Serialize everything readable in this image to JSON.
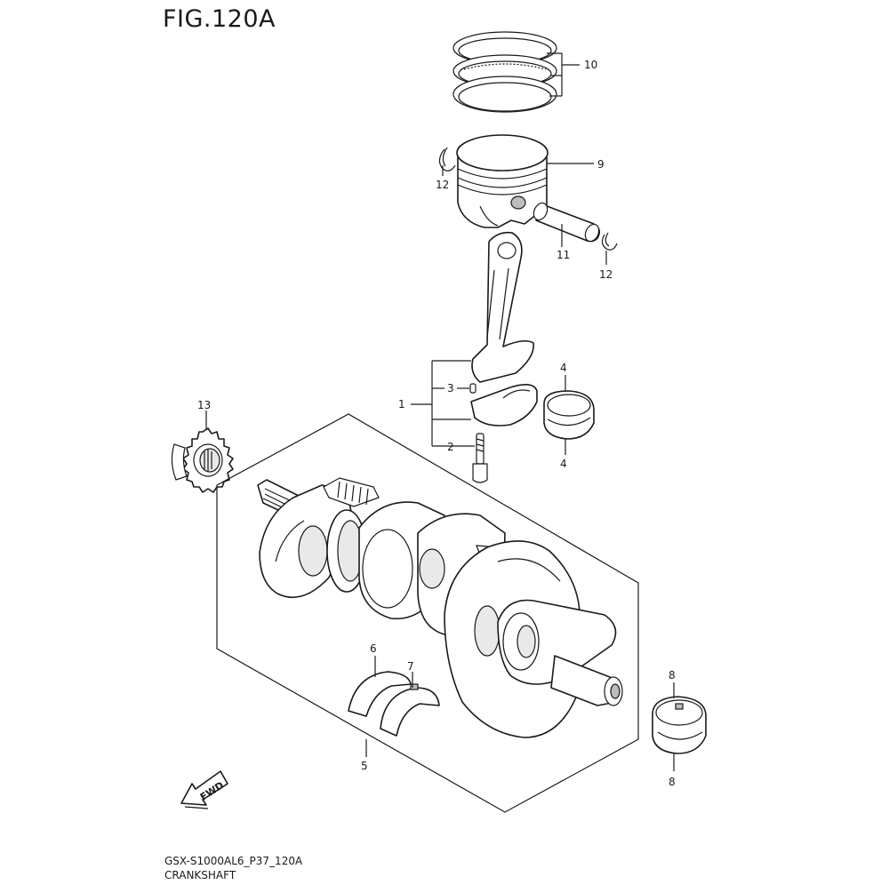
{
  "figure": {
    "title": "FIG.120A",
    "model_code": "GSX-S1000AL6_P37_120A",
    "section_name": "CRANKSHAFT",
    "fwd_label": "FWD"
  },
  "callouts": {
    "c1": "1",
    "c2": "2",
    "c3": "3",
    "c4a": "4",
    "c4b": "4",
    "c5": "5",
    "c6": "6",
    "c7": "7",
    "c8a": "8",
    "c8b": "8",
    "c9": "9",
    "c10": "10",
    "c11": "11",
    "c12a": "12",
    "c12b": "12",
    "c13": "13"
  }
}
